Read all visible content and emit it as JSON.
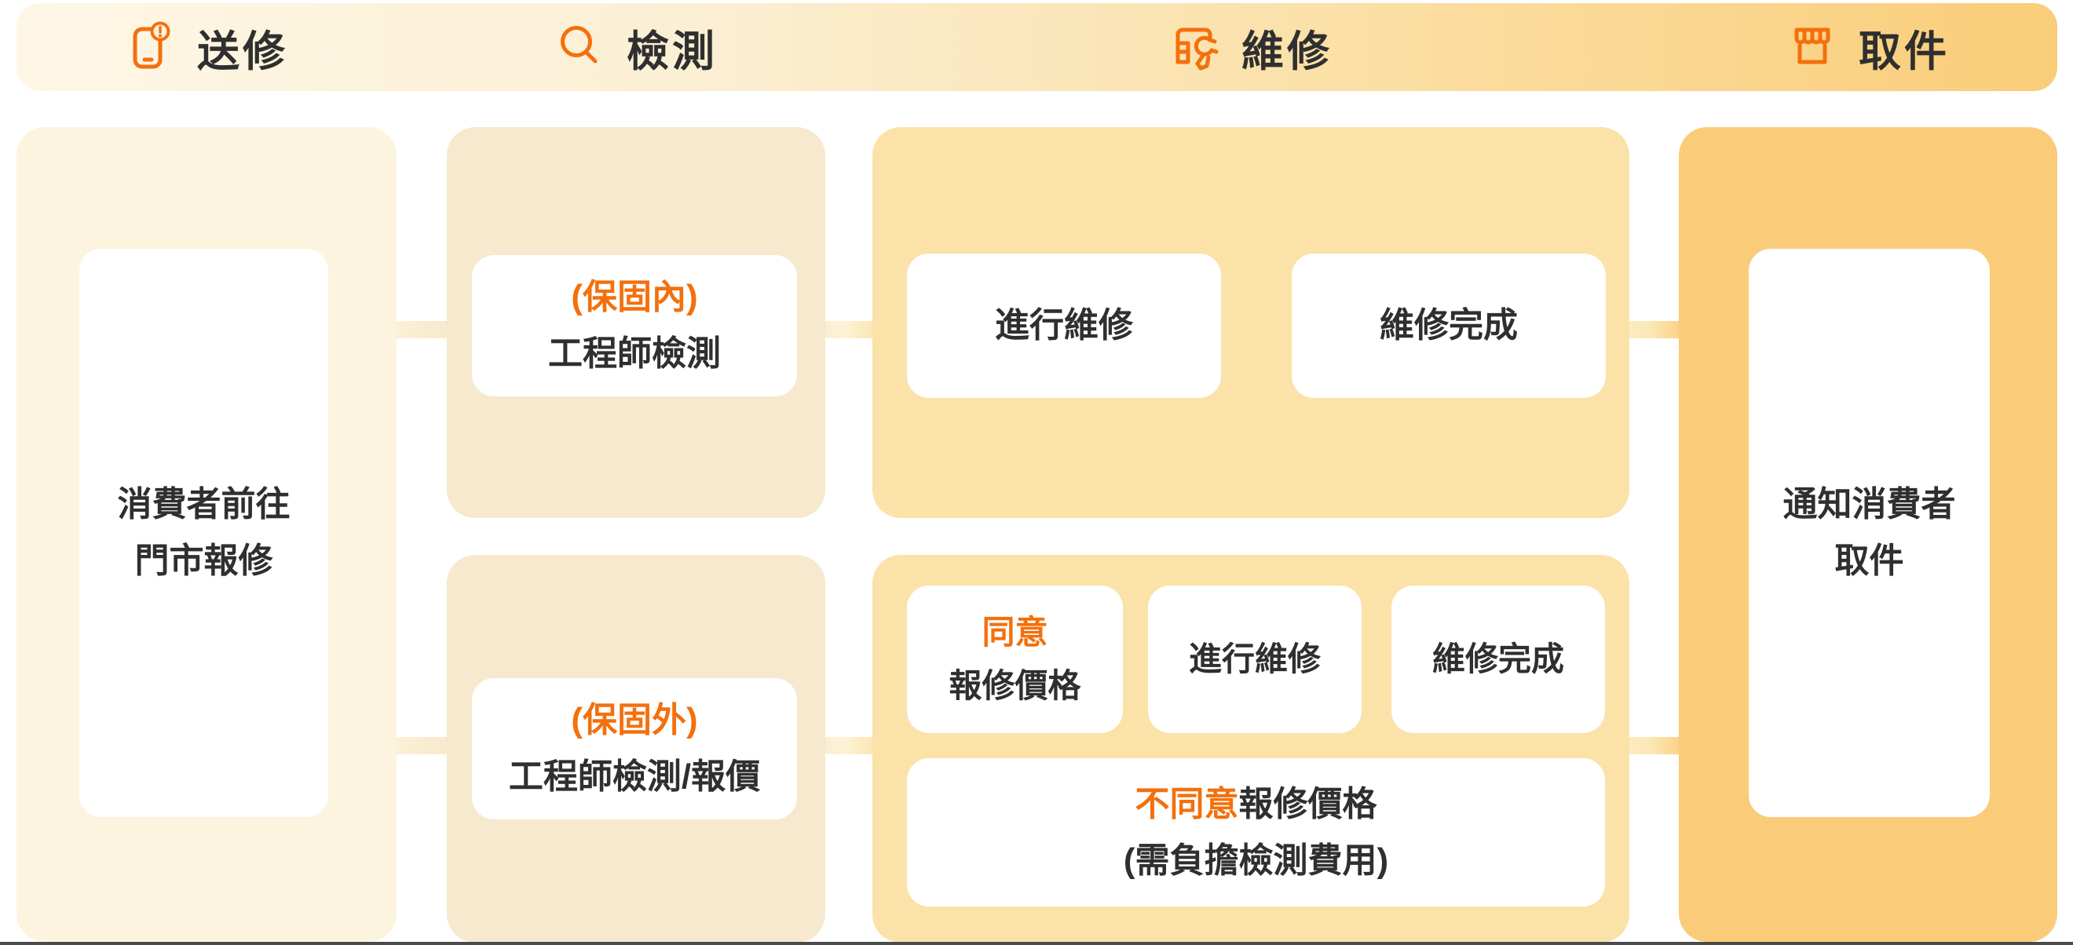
{
  "colors": {
    "accent": "#f3700d",
    "ink": "#2f2f2f",
    "topbar-start": "#fef7e6",
    "topbar-end": "#facd79",
    "lane-submit": "#fdf4e0",
    "lane-inspect": "#f6e9ce",
    "lane-repair": "#fbe2a8",
    "lane-pickup": "#facc79",
    "card": "#ffffff",
    "edge": "#4a4a4a"
  },
  "header": {
    "steps": [
      {
        "icon": "phone-alert-icon",
        "label": "送修"
      },
      {
        "icon": "search-icon",
        "label": "檢測"
      },
      {
        "icon": "device-wrench-icon",
        "label": "維修"
      },
      {
        "icon": "storefront-icon",
        "label": "取件"
      }
    ]
  },
  "flow": {
    "submit_card": {
      "line1": "消費者前往",
      "line2": "門市報修"
    },
    "in_warranty_card": {
      "highlight": "(保固內)",
      "text": "工程師檢測"
    },
    "out_warranty_card": {
      "highlight": "(保固外)",
      "text": "工程師檢測/報價"
    },
    "in_warranty_steps": {
      "repair": "進行維修",
      "done": "維修完成"
    },
    "out_warranty_steps": {
      "agree_highlight": "同意",
      "agree_text": "報修價格",
      "repair": "進行維修",
      "done": "維修完成",
      "disagree_highlight": "不同意",
      "disagree_text": "報修價格",
      "disagree_note": "(需負擔檢測費用)"
    },
    "pickup_card": {
      "line1": "通知消費者",
      "line2": "取件"
    }
  }
}
